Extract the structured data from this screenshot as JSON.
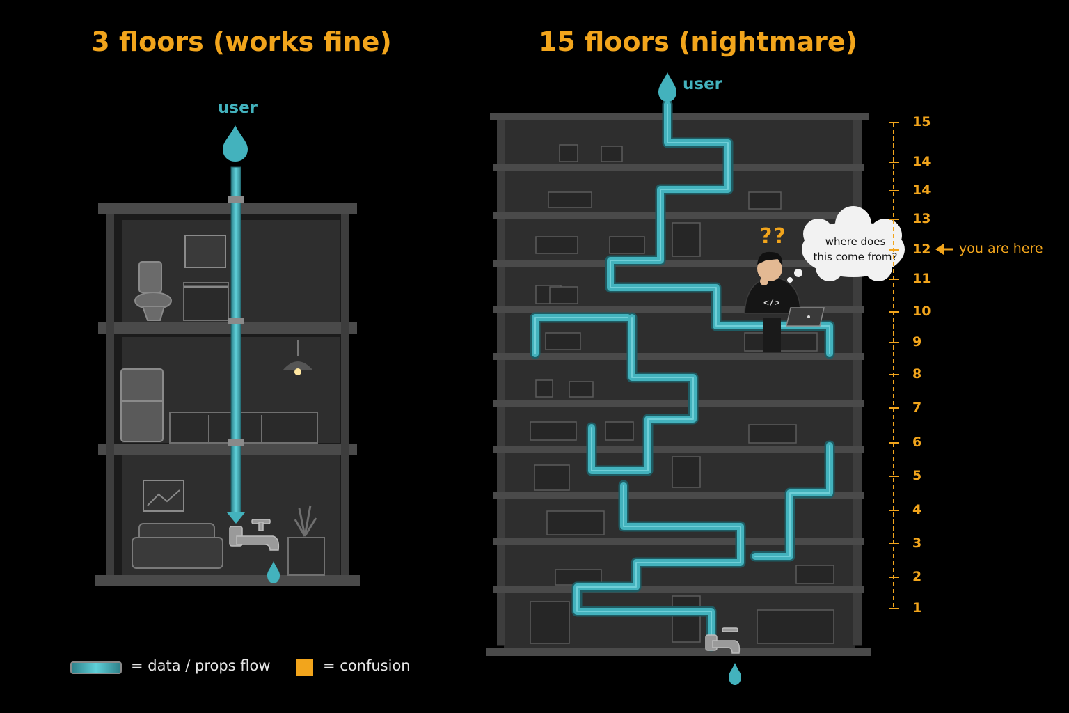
{
  "titles": {
    "left": "3 floors (works fine)",
    "right": "15 floors (nightmare)"
  },
  "source": {
    "left_label": "user",
    "right_label": "user"
  },
  "thought_bubble": {
    "line1": "where does",
    "line2": "this come from?",
    "question_marks": "??"
  },
  "laptop_code": "</>",
  "floor_scale": {
    "labels": [
      "15",
      "14",
      "14",
      "13",
      "12",
      "11",
      "10",
      "9",
      "8",
      "7",
      "6",
      "5",
      "4",
      "3",
      "2",
      "1"
    ],
    "current_marker": "you are here"
  },
  "legend": {
    "pipe": "= data / props flow",
    "confusion": "= confusion"
  },
  "colors": {
    "accent": "#f2a51c",
    "water": "#43b2bd",
    "building": "#2b2b2b",
    "slab": "#4a4a4a",
    "background": "#000000"
  },
  "icons": [
    "water-drop-icon",
    "faucet-icon",
    "question-mark-icon",
    "thought-bubble-icon",
    "laptop-icon",
    "arrow-left-icon"
  ]
}
